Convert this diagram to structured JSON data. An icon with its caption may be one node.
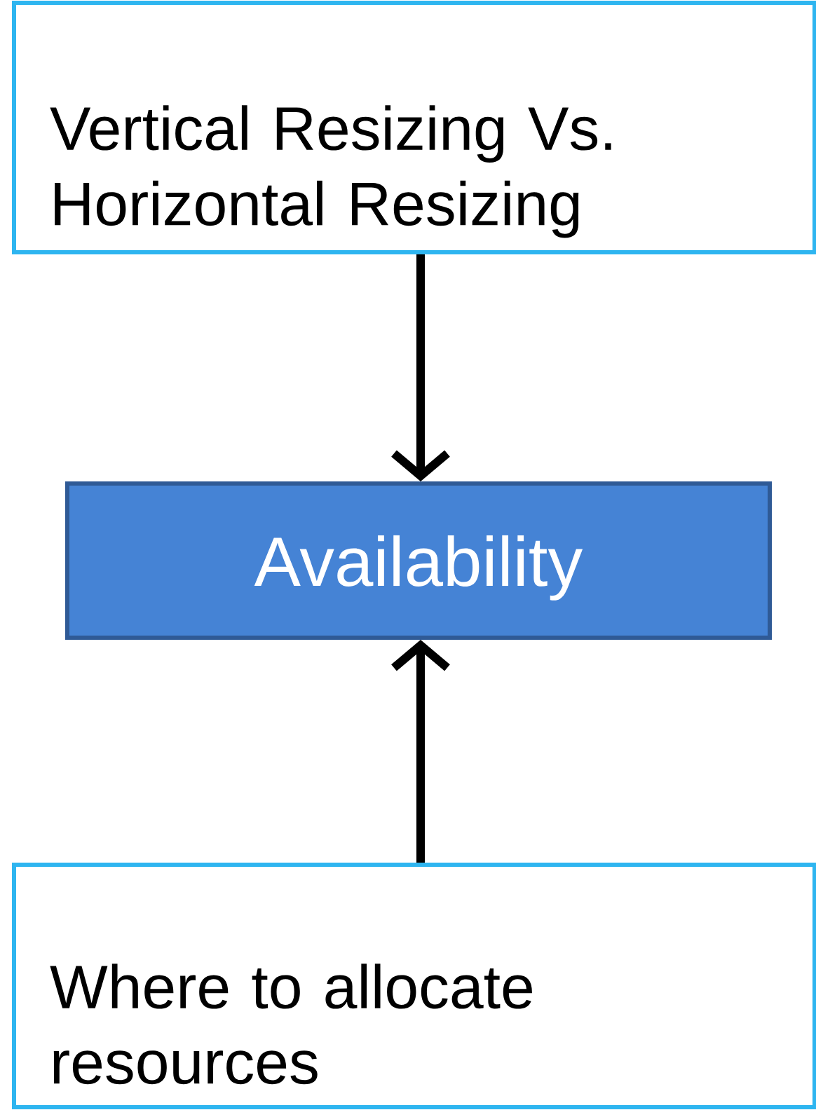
{
  "diagram": {
    "nodes": [
      {
        "text": [
          "Vertical Resizing Vs. Horizontal Resizing"
        ]
      },
      {
        "text": [
          "Availability"
        ]
      },
      {
        "text": [
          "Where to allocate resources"
        ]
      }
    ],
    "edges": [
      {
        "from": 0,
        "to": 1,
        "arrow": "to"
      },
      {
        "from": 2,
        "to": 1,
        "arrow": "to"
      }
    ]
  }
}
